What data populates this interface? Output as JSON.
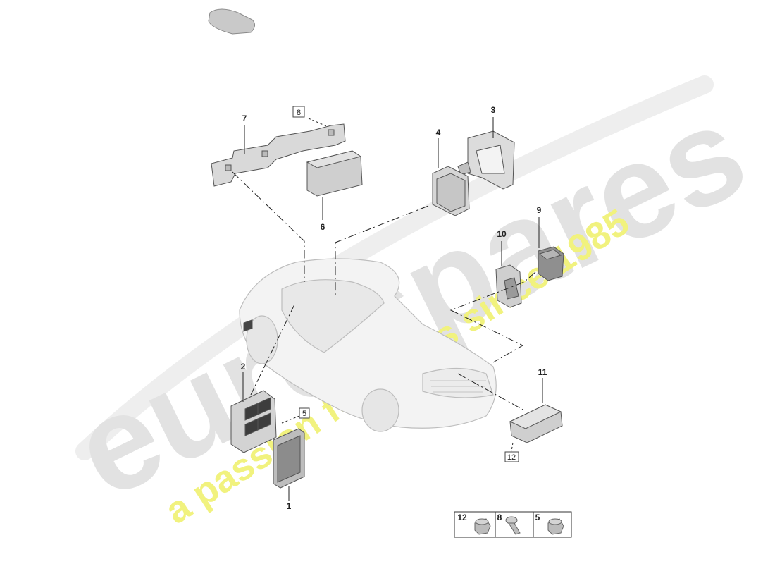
{
  "watermark": {
    "brand": "eurospares",
    "tagline": "a passion for parts since 1985",
    "brand_color": "#d9d9d9",
    "tagline_color": "#eef07a"
  },
  "callouts": {
    "c1": "1",
    "c2": "2",
    "c3": "3",
    "c4": "4",
    "c5": "5",
    "c6": "6",
    "c7": "7",
    "c8": "8",
    "c9": "9",
    "c10": "10",
    "c11": "11",
    "c12": "12"
  },
  "fastener_table": {
    "cells": [
      {
        "label": "12",
        "icon": "sleeve-nut-icon"
      },
      {
        "label": "8",
        "icon": "screw-icon"
      },
      {
        "label": "5",
        "icon": "sleeve-nut-icon"
      }
    ]
  },
  "colors": {
    "line": "#222222",
    "part_fill": "#e3e3e3",
    "part_dark": "#9a9a9a"
  }
}
